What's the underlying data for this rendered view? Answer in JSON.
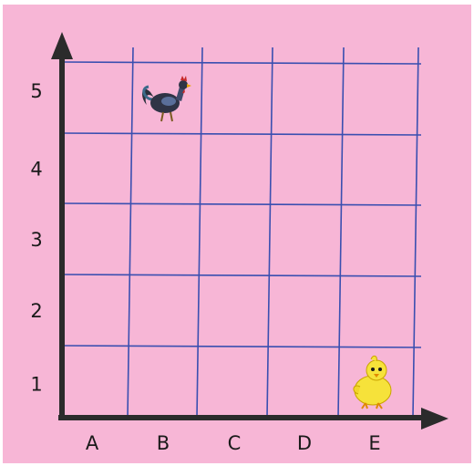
{
  "colors": {
    "background": "#f7b6d6",
    "grid": "#3a4fb0",
    "axis": "#2b2b2b"
  },
  "columns": [
    "A",
    "B",
    "C",
    "D",
    "E"
  ],
  "rows": [
    "1",
    "2",
    "3",
    "4",
    "5"
  ],
  "animals": [
    {
      "name": "rooster",
      "icon": "rooster-icon",
      "column": "B",
      "row": "5"
    },
    {
      "name": "chick",
      "icon": "chick-icon",
      "column": "E",
      "row": "1"
    }
  ]
}
